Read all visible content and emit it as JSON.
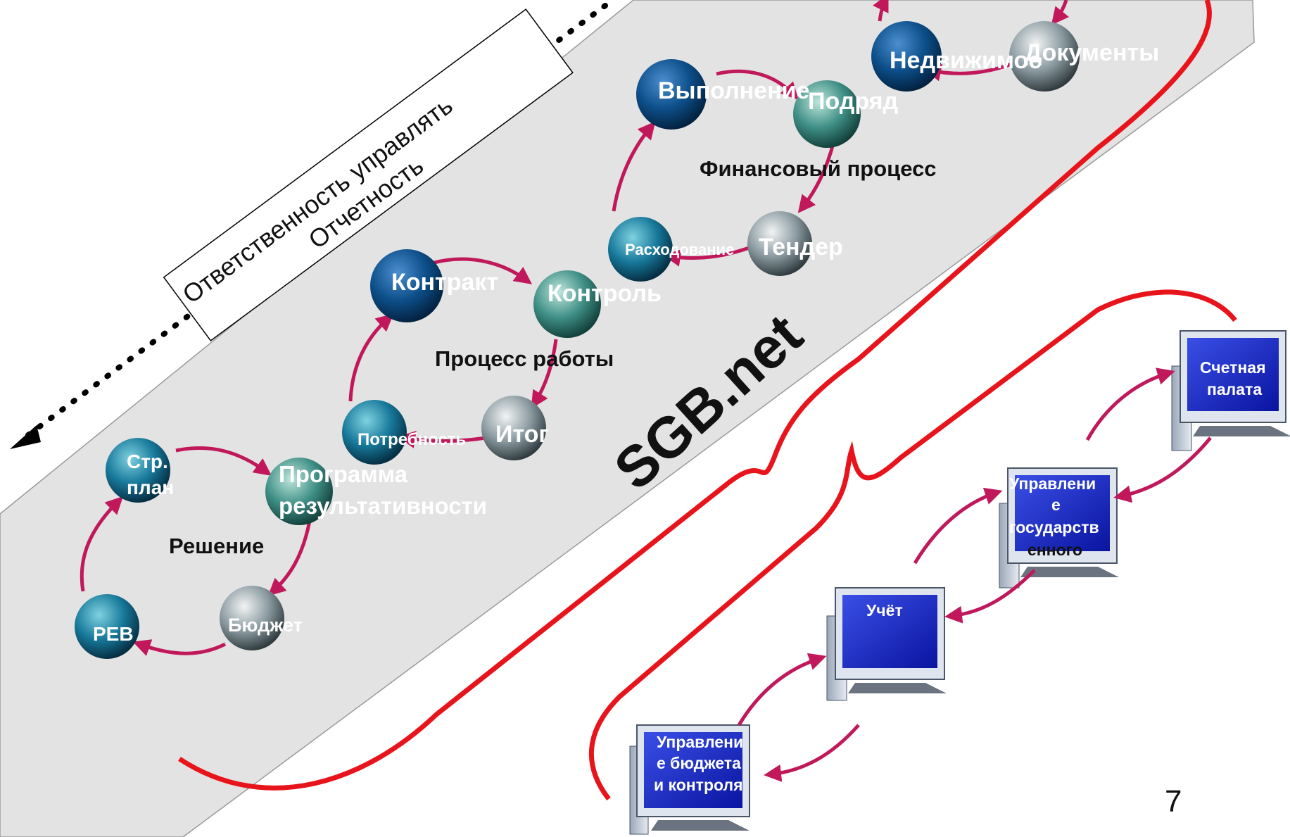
{
  "accountability": {
    "line1": "Ответственность управлять",
    "line2": "Отчетность"
  },
  "brand": "SGB.net",
  "page_number": "7",
  "group_labels": {
    "decision": "Решение",
    "work_process": "Процесс работы",
    "financial_process": "Финансовый процесс"
  },
  "nodes": {
    "reb": "PEB",
    "strategic_plan_l1": "Стр.",
    "strategic_plan_l2": "план",
    "program_l1": "Программа",
    "program_l2": "результативности",
    "budget": "Бюджет",
    "need": "Потребность",
    "contract": "Контракт",
    "control": "Контроль",
    "result": "Итог",
    "spending": "Расходование",
    "execution": "Выполнение",
    "works": "Подряд",
    "tender": "Тендер",
    "real_estate": "Недвижимое",
    "documents": "Документы"
  },
  "computers": {
    "audit_l1": "Счетная",
    "audit_l2": "палата",
    "state_mgmt_l1": "Управлени",
    "state_mgmt_l2": "е",
    "state_mgmt_l3": "государств",
    "state_mgmt_l4": "енного",
    "accounting": "Учёт",
    "budget_ctrl_l1": "Управлени",
    "budget_ctrl_l2": "е бюджета",
    "budget_ctrl_l3": "и контроля"
  },
  "colors": {
    "band": "#e3e3e3",
    "brace": "#e8141c",
    "arrow": "#c0185a",
    "sphere_dark_blue": "#0d4f8a",
    "sphere_teal": "#3f8f86",
    "sphere_gray": "#8a9aa0",
    "monitor_screen": "#1c2fd0"
  }
}
